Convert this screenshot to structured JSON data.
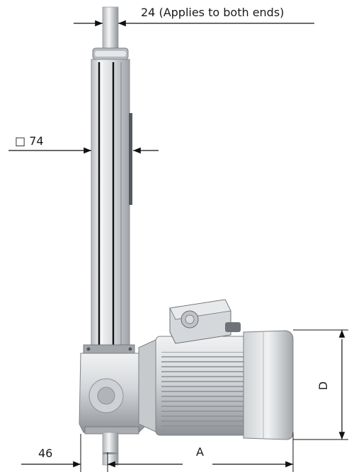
{
  "labels": {
    "rod_end_width": "24 (Applies to both ends)",
    "tube_square": "□ 74",
    "motor_height": "D",
    "offset": "46",
    "motor_length": "A"
  },
  "colors": {
    "line": "#111111",
    "metal_light": "#e9eaec",
    "metal_mid": "#c3c6ca",
    "metal_dark": "#55595e",
    "groove": "#111111"
  }
}
